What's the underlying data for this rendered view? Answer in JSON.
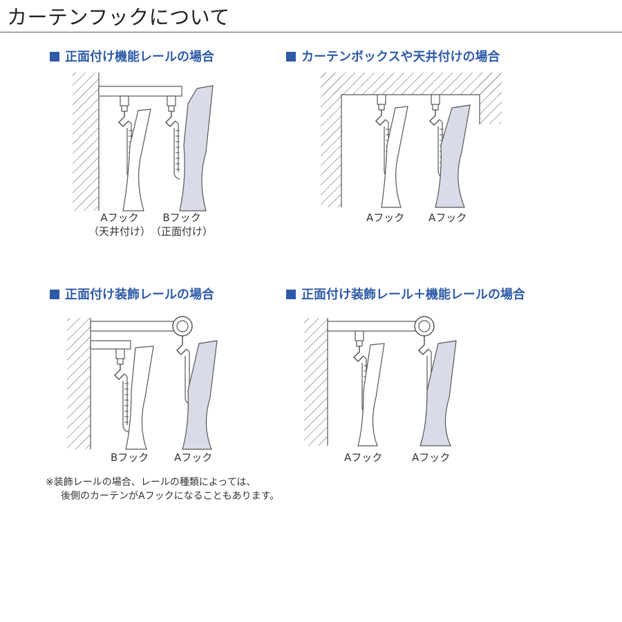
{
  "page_title": "カーテンフックについて",
  "colors": {
    "accent": "#2e5aa8",
    "curtain_fill": "#d9dce8",
    "line": "#555555"
  },
  "sections": [
    {
      "heading": "正面付け機能レールの場合",
      "captions": [
        {
          "line1": "Aフック",
          "line2": "（天井付け）"
        },
        {
          "line1": "Bフック",
          "line2": "（正面付け）"
        }
      ]
    },
    {
      "heading": "カーテンボックスや天井付けの場合",
      "captions": [
        {
          "line1": "Aフック"
        },
        {
          "line1": "Aフック"
        }
      ]
    },
    {
      "heading": "正面付け装飾レールの場合",
      "captions": [
        {
          "line1": "Bフック"
        },
        {
          "line1": "Aフック"
        }
      ]
    },
    {
      "heading": "正面付け装飾レール＋機能レールの場合",
      "captions": [
        {
          "line1": "Aフック"
        },
        {
          "line1": "Aフック"
        }
      ]
    }
  ],
  "note": {
    "line1": "※装飾レールの場合、レールの種類によっては、",
    "line2": "後側のカーテンがAフックになることもあります。"
  }
}
